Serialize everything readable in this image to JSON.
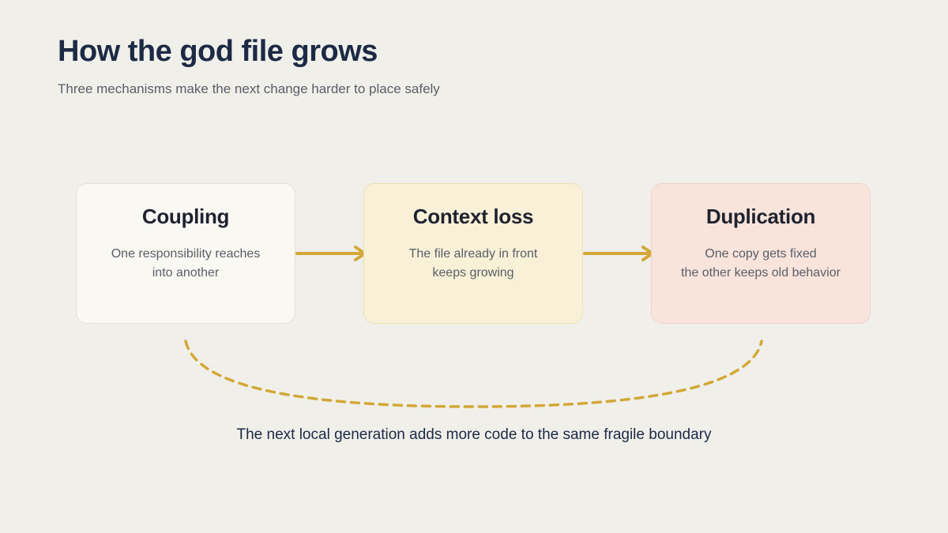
{
  "header": {
    "title": "How the god file grows",
    "subtitle": "Three mechanisms make the next change harder to place safely"
  },
  "steps": [
    {
      "title": "Coupling",
      "desc_lines": [
        "One responsibility reaches",
        "into another"
      ],
      "background": "#f9f8f3",
      "border": "#e3e1da"
    },
    {
      "title": "Context loss",
      "desc_lines": [
        "The file already in front",
        "keeps growing"
      ],
      "background": "#f9f0d8",
      "border": "#efe1b2"
    },
    {
      "title": "Duplication",
      "desc_lines": [
        "One copy gets fixed",
        "the other keeps old behavior"
      ],
      "background": "#f9e4dc",
      "border": "#f1d3c7"
    }
  ],
  "footer": {
    "caption": "The next local generation adds more code to the same fragile boundary"
  },
  "colors": {
    "arrow": "#d4a838",
    "title": "#1c2a45",
    "background": "#f0efea"
  }
}
